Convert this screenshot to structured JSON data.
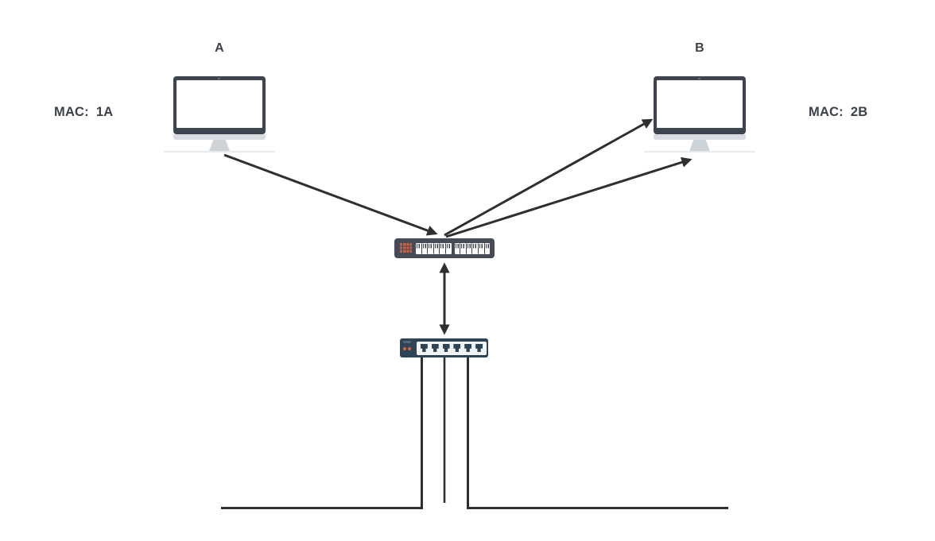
{
  "diagram_type": "network-topology",
  "nodes": {
    "computer_a": {
      "title": "A",
      "mac_label": "MAC:",
      "mac_value": "1A"
    },
    "computer_b": {
      "title": "B",
      "mac_label": "MAC:",
      "mac_value": "2B"
    },
    "switch": {
      "name": "ethernet-switch",
      "port_groups": 2,
      "ports_per_group": 6
    },
    "hub": {
      "name": "hub",
      "ports": 6,
      "uplink_lines": 3
    }
  },
  "connections": [
    {
      "from": "computer_a",
      "to": "switch",
      "type": "arrow"
    },
    {
      "from": "switch",
      "to": "computer_b_screen",
      "type": "arrow"
    },
    {
      "from": "switch",
      "to": "computer_b_stand",
      "type": "arrow"
    },
    {
      "from": "switch",
      "to": "hub",
      "type": "double-arrow"
    },
    {
      "from": "hub",
      "to": "backbone",
      "type": "plain-lines",
      "count": 3
    }
  ],
  "colors": {
    "line": "#2d2f31",
    "text": "#3d4249",
    "monitor_frame": "#3e4450",
    "monitor_chin": "#d9dde1",
    "switch_body": "#474b57",
    "switch_led_grid": "#c9603e",
    "hub_body": "#2d4356",
    "hub_led": "#c8653c",
    "background": "#ffffff"
  }
}
